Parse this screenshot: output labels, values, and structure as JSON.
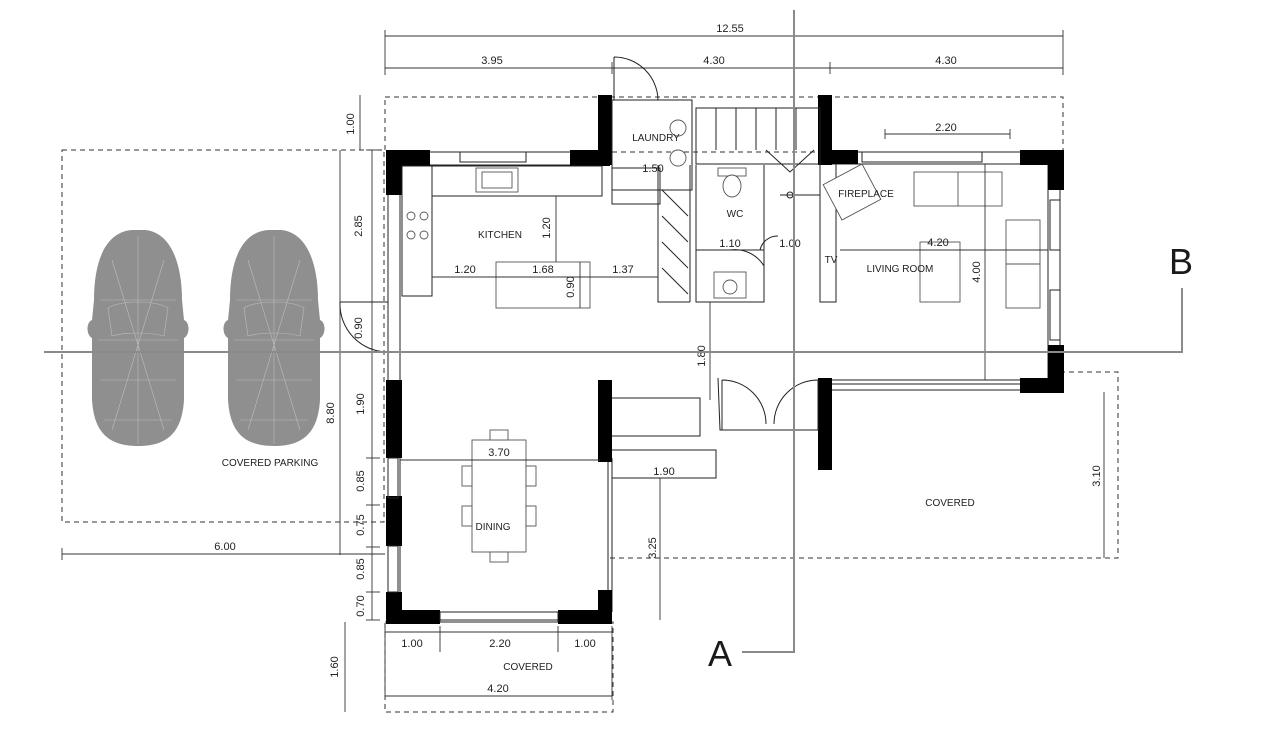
{
  "plan": {
    "overall": {
      "total": "12.55",
      "seg1": "3.95",
      "seg2": "4.30",
      "seg3": "4.30"
    },
    "rooms": {
      "laundry": "LAUNDRY",
      "wc": "WC",
      "kitchen": "KITCHEN",
      "fireplace": "FIREPLACE",
      "tv": "TV",
      "living": "LIVING ROOM",
      "dining": "DINING",
      "covered_parking": "COVERED PARKING",
      "covered_right": "COVERED",
      "covered_bottom": "COVERED"
    },
    "section_markers": {
      "a": "A",
      "b": "B"
    },
    "dimensions": {
      "d_2_20_top": "2.20",
      "d_1_00_left_top": "1.00",
      "d_2_85": "2.85",
      "d_0_90": "0.90",
      "d_1_90_left": "1.90",
      "d_8_80": "8.80",
      "d_0_85_a": "0.85",
      "d_0_75": "0.75",
      "d_0_85_b": "0.85",
      "d_0_70": "0.70",
      "d_1_60": "1.60",
      "d_6_00": "6.00",
      "d_1_50": "1.50",
      "d_1_20_v": "1.20",
      "d_1_20_h": "1.20",
      "d_1_68": "1.68",
      "d_1_37": "1.37",
      "d_0_90_island": "0.90",
      "d_1_10": "1.10",
      "d_1_00_mid": "1.00",
      "d_4_20_living": "4.20",
      "d_4_00": "4.00",
      "d_1_80": "1.80",
      "d_1_90_mid": "1.90",
      "d_3_70": "3.70",
      "d_3_25": "3.25",
      "d_3_10": "3.10",
      "d_1_00_b1": "1.00",
      "d_2_20_b": "2.20",
      "d_1_00_b2": "1.00",
      "d_4_20_b": "4.20"
    }
  }
}
